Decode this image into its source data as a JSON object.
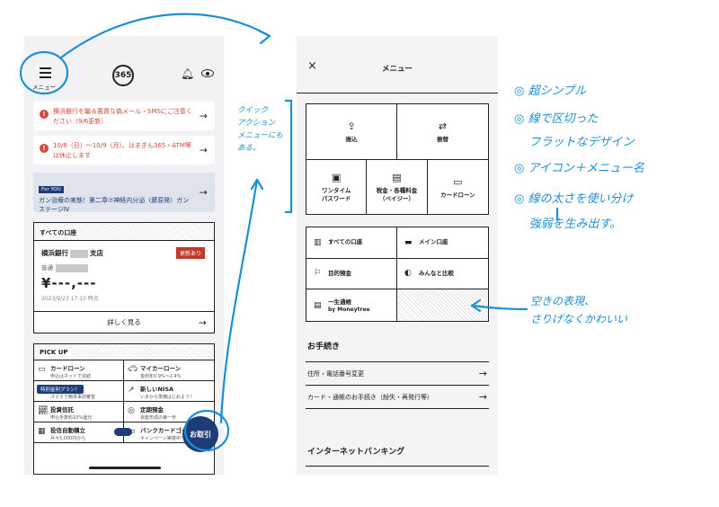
{
  "left_screen": {
    "header": {
      "menu_label": "メニュー",
      "logo_text": "365"
    },
    "notices": [
      {
        "text": "横浜銀行を騙る悪質な偽メール・SMSにご注意ください（9/6更新）"
      },
      {
        "text": "10/8（日）〜10/9（月）、はまぎん365・ATM等は休止します"
      }
    ],
    "foryou": {
      "tag": "For YOU",
      "text": "ガン治療の実態！第二章⑦神経内分泌（膵原発）ガン ステージⅣ"
    },
    "accounts": {
      "header": "すべての口座",
      "bank_prefix": "横浜銀行",
      "bank_suffix": "支店",
      "badge": "更新あり",
      "type": "普通",
      "balance": "¥---,---",
      "timestamp": "2023/9/23 17:10 時点",
      "detail_button": "詳しく見る"
    },
    "pickup": {
      "header": "PICK UP",
      "promo_badge": "特別金利プラン！",
      "items": [
        {
          "title": "カードローン",
          "sub": "申込はネットで完結",
          "icon": "card-icon"
        },
        {
          "title": "マイカーローン",
          "sub": "金利年0.9%〜2.4%",
          "icon": "car-icon"
        },
        {
          "title": "住宅ローン",
          "sub": "スマホで簡単事前審査",
          "icon": "house-icon"
        },
        {
          "title": "新しいNISA",
          "sub": "いまから準備はじめよう！",
          "icon": "chart-icon"
        },
        {
          "title": "投資信託",
          "sub": "申込手数料10%還元",
          "icon": "trend-icon"
        },
        {
          "title": "定期預金",
          "sub": "資産形成の第一歩",
          "icon": "coin-icon"
        },
        {
          "title": "投信自動積立",
          "sub": "月々5,000円から",
          "icon": "calendar-icon"
        },
        {
          "title": "バンクカードゴールド",
          "sub": "キャンペーン実施中！",
          "icon": "gold-card-icon"
        }
      ]
    },
    "fab_label": "お取引"
  },
  "right_screen": {
    "close_label": "×",
    "title": "メニュー",
    "quick_actions": [
      {
        "label": "振込",
        "icon": "upload-icon"
      },
      {
        "label": "振替",
        "icon": "swap-icon"
      },
      {
        "label": "ワンタイム\nパスワード",
        "icon": "otp-icon"
      },
      {
        "label": "税金・各種料金\n（ペイジー）",
        "icon": "receipt-icon"
      },
      {
        "label": "カードローン",
        "icon": "card-icon"
      }
    ],
    "menu_grid": [
      {
        "label": "すべての口座",
        "sub": "",
        "icon": "bar-chart-icon"
      },
      {
        "label": "メイン口座",
        "sub": "",
        "icon": "monitor-icon"
      },
      {
        "label": "目的預金",
        "sub": "",
        "icon": "flag-icon"
      },
      {
        "label": "みんなと比較",
        "sub": "",
        "icon": "compare-icon"
      },
      {
        "label": "一生通帳",
        "sub": "by Moneytree",
        "icon": "passbook-icon"
      }
    ],
    "procedures": {
      "title": "お手続き",
      "items": [
        "住所・電話番号変更",
        "カード・通帳のお手続き（紛失・再発行等）"
      ]
    },
    "internet_banking_title": "インターネットバンキング"
  },
  "annotations": {
    "quick_action_note": "クイック\nアクション\nメニューにも\nある。",
    "notes": [
      "◎ 超シンプル",
      "◎ 線で区切った\n    フラットなデザイン",
      "◎ アイコン＋メニュー名",
      "◎ 線の太さを使い分け\n    強弱を生み出す。"
    ],
    "empty_note": "空きの表現、\nさりげなくかわいい"
  },
  "colors": {
    "navy": "#1d3c78",
    "red": "#c0392b",
    "annotation_blue": "#1e8fd6"
  }
}
